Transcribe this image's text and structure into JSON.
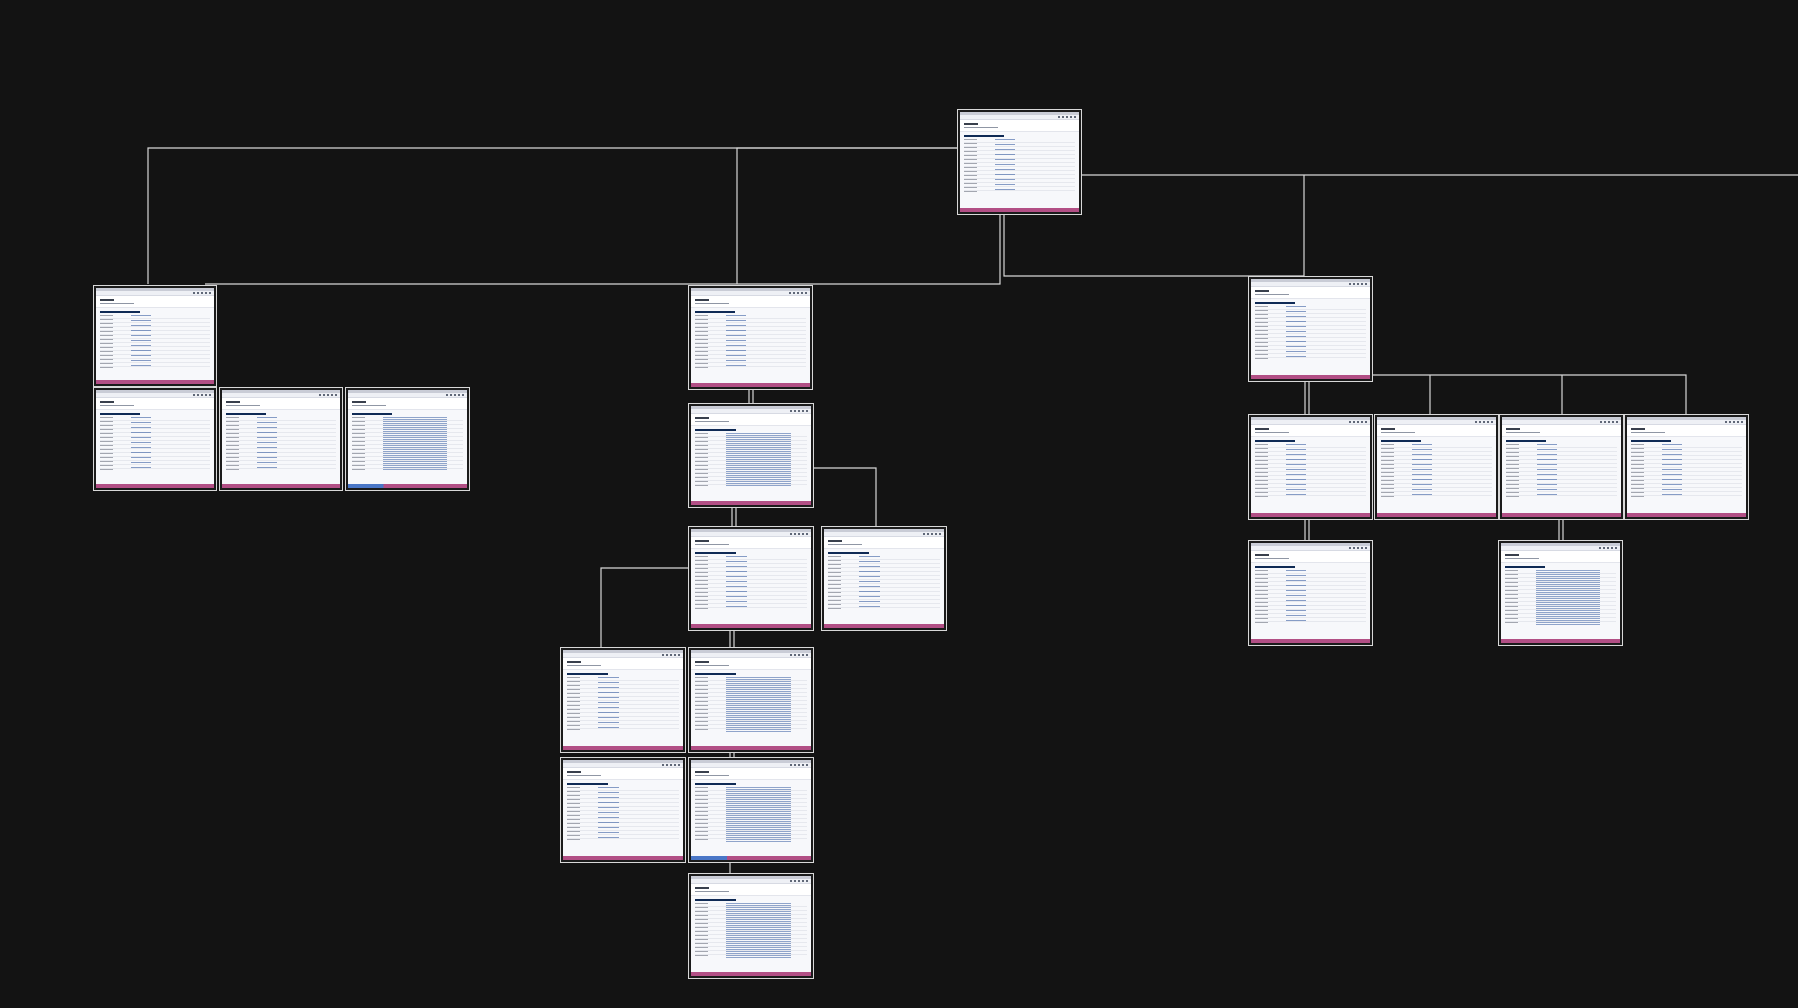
{
  "diagram": {
    "type": "screenshot-tree",
    "background_color": "#131313",
    "link_color": "#d6d6d6",
    "footer_color": "#b24f85",
    "nodes": [
      {
        "id": "root"
      },
      {
        "id": "a1"
      },
      {
        "id": "a2"
      },
      {
        "id": "a3"
      },
      {
        "id": "a4"
      },
      {
        "id": "b1"
      },
      {
        "id": "b2"
      },
      {
        "id": "b3"
      },
      {
        "id": "b4"
      },
      {
        "id": "b5"
      },
      {
        "id": "b6"
      },
      {
        "id": "b7"
      },
      {
        "id": "b8"
      },
      {
        "id": "b9"
      },
      {
        "id": "c1"
      },
      {
        "id": "c2"
      },
      {
        "id": "c3"
      },
      {
        "id": "c4"
      },
      {
        "id": "c5"
      },
      {
        "id": "c6"
      },
      {
        "id": "c7"
      }
    ],
    "edges": [
      {
        "from": "root",
        "to": "a1"
      },
      {
        "from": "root",
        "to": "b1"
      },
      {
        "from": "root",
        "to": "c1"
      },
      {
        "from": "a1",
        "to": "a2"
      },
      {
        "from": "a1",
        "to": "a3"
      },
      {
        "from": "a1",
        "to": "a4"
      },
      {
        "from": "b1",
        "to": "b2"
      },
      {
        "from": "b2",
        "to": "b3"
      },
      {
        "from": "b2",
        "to": "b4"
      },
      {
        "from": "b3",
        "to": "b5"
      },
      {
        "from": "b3",
        "to": "b6"
      },
      {
        "from": "b6",
        "to": "b7"
      },
      {
        "from": "b6",
        "to": "b8"
      },
      {
        "from": "b8",
        "to": "b9"
      },
      {
        "from": "c1",
        "to": "c2"
      },
      {
        "from": "c1",
        "to": "c3"
      },
      {
        "from": "c1",
        "to": "c4"
      },
      {
        "from": "c1",
        "to": "c5"
      },
      {
        "from": "c2",
        "to": "c6"
      },
      {
        "from": "c4",
        "to": "c7"
      }
    ]
  }
}
